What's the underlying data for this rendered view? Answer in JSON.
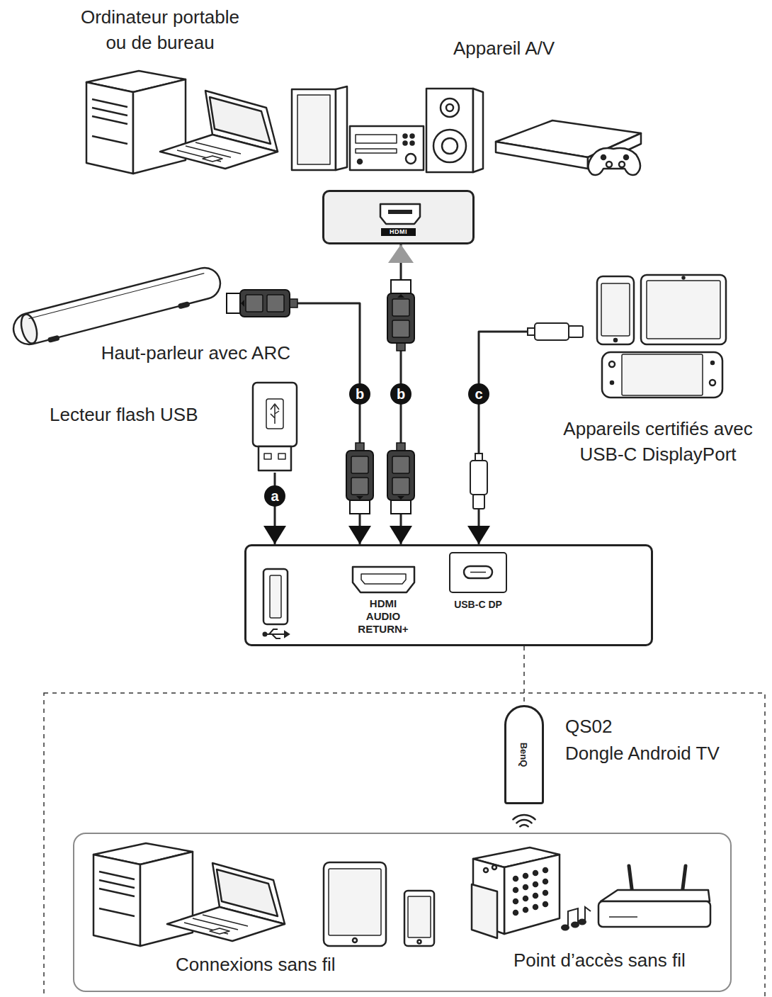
{
  "diagram": {
    "nodes": [
      {
        "text": [
          "HDMI"
        ]
      },
      {
        "text": [
          "Haut-parleur avec ARC"
        ]
      },
      {
        "text": [
          "Appareils certifiés avec USB-C DisplayPort"
        ]
      },
      {
        "text": [
          "Lecteur flash USB"
        ]
      },
      {
        "text": [
          "HDMI AUDIO RETURN+",
          "USB-C DP"
        ]
      },
      {
        "text": [
          "BenQ",
          "QS02",
          "Dongle Android TV"
        ]
      },
      {
        "text": [
          "Connexions sans fil",
          "Point d’accès sans fil"
        ]
      }
    ],
    "edges": [
      {
        "from": 3,
        "to": 4,
        "arrow": "to",
        "label": "a"
      },
      {
        "from": 1,
        "to": 4,
        "arrow": "to",
        "label": "b"
      },
      {
        "from": 0,
        "to": 4,
        "arrow": "both",
        "label": "b"
      },
      {
        "from": 2,
        "to": 4,
        "arrow": "to",
        "label": "c"
      },
      {
        "from": 4,
        "to": 5,
        "arrow": "none"
      }
    ],
    "labels": [
      "Ordinateur portable ou de bureau",
      "Appareil A/V"
    ]
  }
}
